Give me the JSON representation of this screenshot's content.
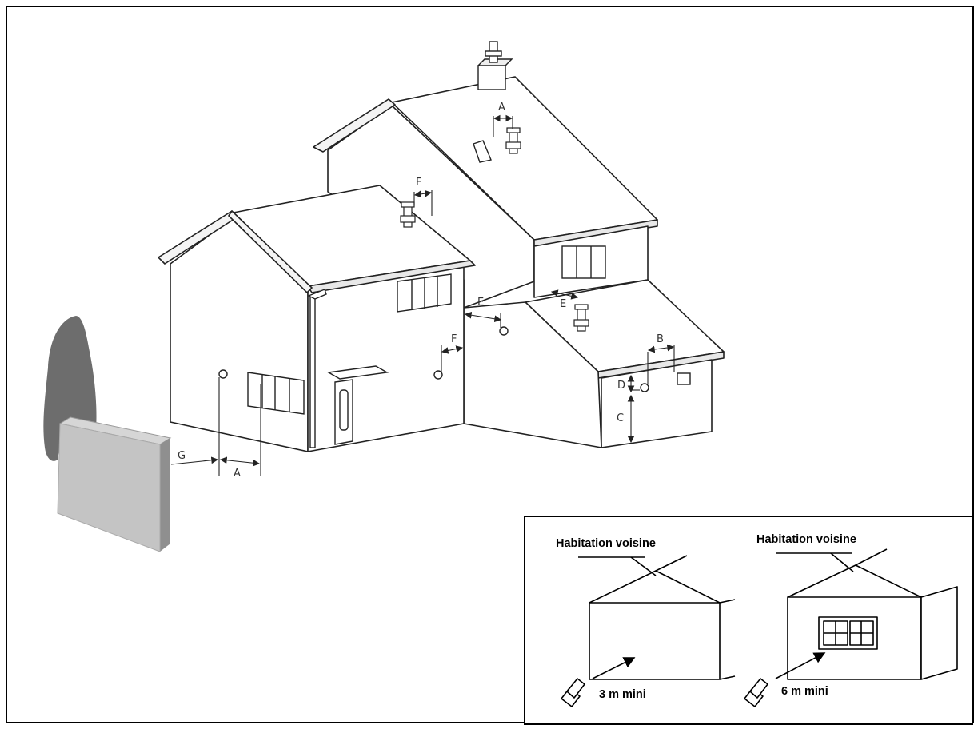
{
  "labels": {
    "roof_gap": "A",
    "ground_gap": "A",
    "wall_to_window": "B",
    "ground_height": "C",
    "below_roof": "D",
    "wall_corner": "E",
    "roof_eave": "E",
    "gable_side": "F",
    "roof_edge": "F",
    "obstacle": "G"
  },
  "inset": {
    "left_title": "Habitation voisine",
    "right_title": "Habitation voisine",
    "left_distance": "3 m mini",
    "right_distance": "6 m mini"
  }
}
